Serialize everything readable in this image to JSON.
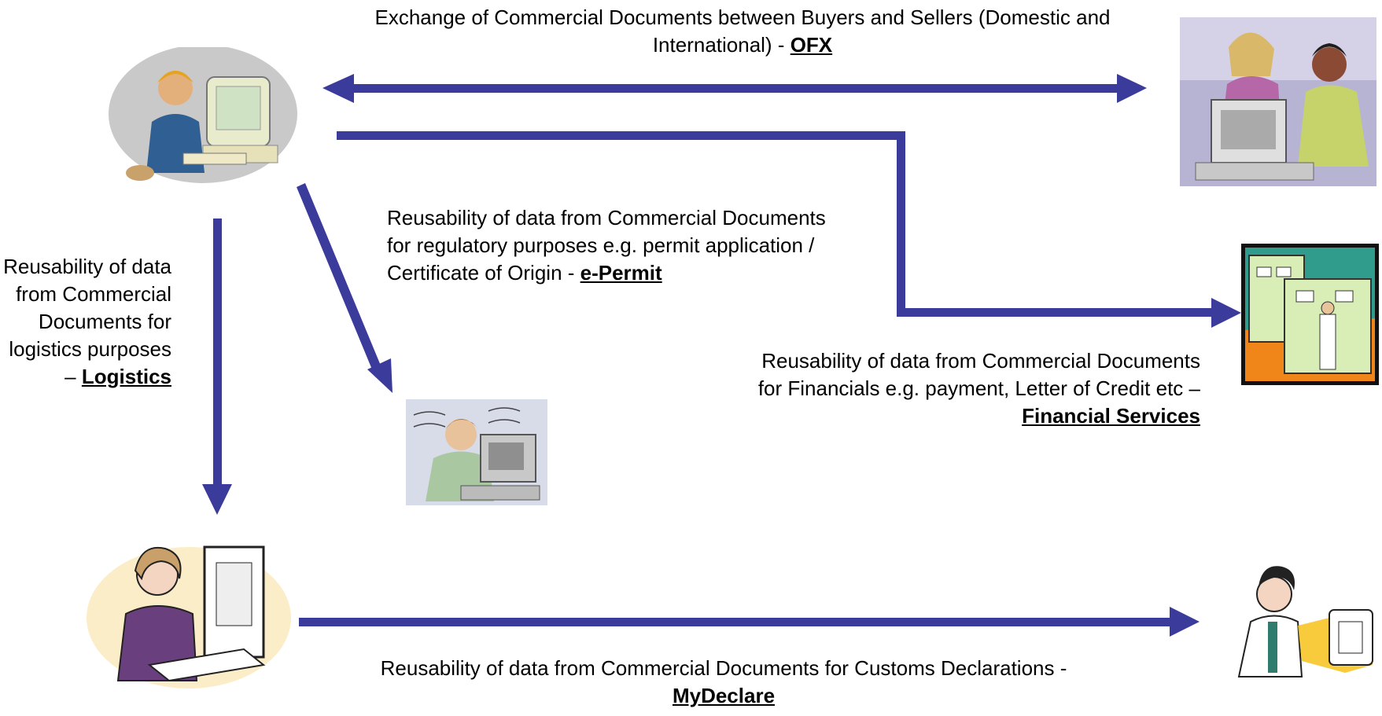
{
  "labels": {
    "ofx": {
      "text": "Exchange of Commercial Documents between Buyers and Sellers (Domestic and International) - ",
      "link": "OFX"
    },
    "epermit": {
      "text": "Reusability of data from Commercial Documents for regulatory purposes e.g. permit application / Certificate of Origin - ",
      "link": "e-Permit"
    },
    "logistics": {
      "text": "Reusability of data from Commercial Documents for logistics purposes – ",
      "link": "Logistics"
    },
    "financial": {
      "text": "Reusability of data from Commercial Documents for Financials e.g. payment, Letter of Credit etc – ",
      "link": "Financial Services"
    },
    "mydeclare": {
      "text": "Reusability of data from Commercial Documents for Customs Declarations - ",
      "link": "MyDeclare"
    }
  },
  "colors": {
    "arrow": "#3b3b9b"
  },
  "icons": [
    "seller-office-worker-icon",
    "buyers-office-workers-icon",
    "bank-computers-icon",
    "permit-officer-icon",
    "logistics-operator-icon",
    "customs-officer-icon"
  ]
}
